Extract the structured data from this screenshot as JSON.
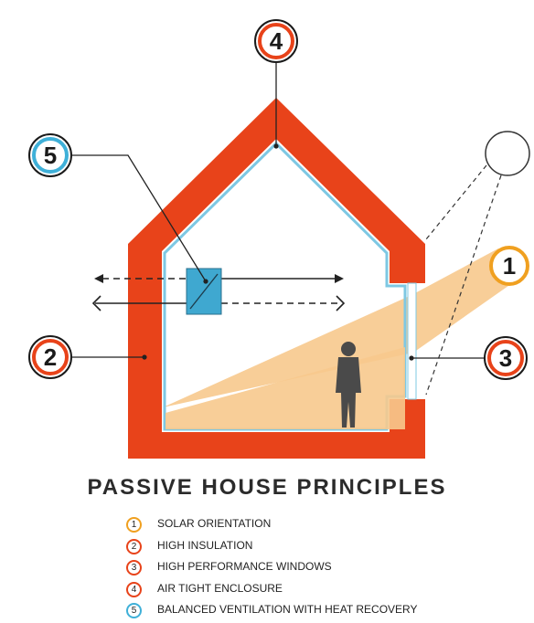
{
  "diagram": {
    "title": "PASSIVE HOUSE PRINCIPLES",
    "callouts": [
      {
        "number": "1",
        "ring_color": "#f0a020"
      },
      {
        "number": "2",
        "ring_color": "#e8431a"
      },
      {
        "number": "3",
        "ring_color": "#e8431a"
      },
      {
        "number": "4",
        "ring_color": "#e8431a"
      },
      {
        "number": "5",
        "ring_color": "#3fb0d8"
      }
    ],
    "colors": {
      "wall": "#e8431a",
      "inner_membrane": "#7ec8e3",
      "sunlight": "#f7c98d",
      "ventilation_unit": "#3fa8d0",
      "person": "#4a4a4a"
    }
  },
  "legend": [
    {
      "number": "1",
      "label": "SOLAR ORIENTATION",
      "ring_color": "#f0a020"
    },
    {
      "number": "2",
      "label": "HIGH INSULATION",
      "ring_color": "#e8431a"
    },
    {
      "number": "3",
      "label": "HIGH PERFORMANCE WINDOWS",
      "ring_color": "#e8431a"
    },
    {
      "number": "4",
      "label": "AIR TIGHT ENCLOSURE",
      "ring_color": "#e8431a"
    },
    {
      "number": "5",
      "label": "BALANCED VENTILATION WITH HEAT RECOVERY",
      "ring_color": "#3fb0d8"
    }
  ]
}
